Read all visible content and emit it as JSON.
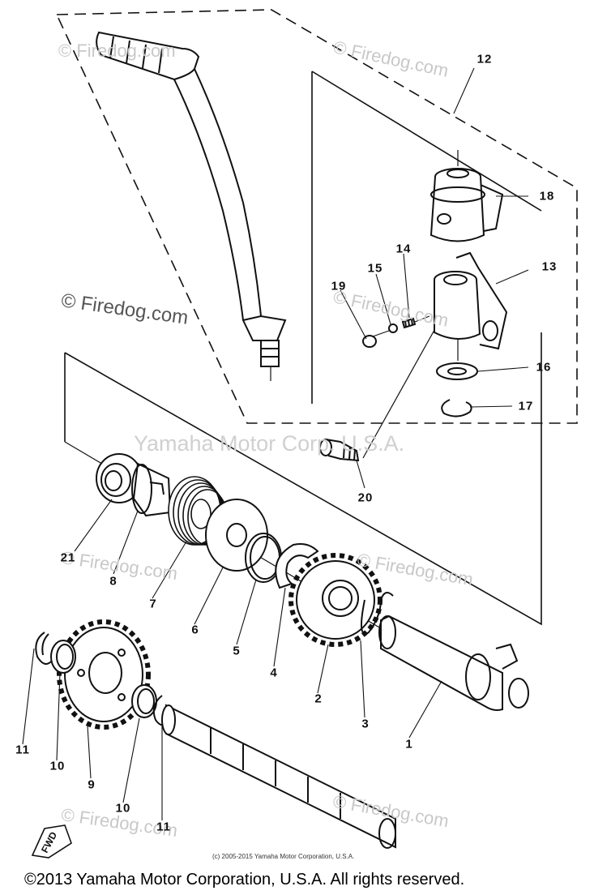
{
  "watermarks": {
    "firedog": "© Firedog.com",
    "firedog_dark": "© Firedog.com",
    "yamaha": "Yamaha Motor Corp. U.S.A."
  },
  "callouts": [
    "1",
    "2",
    "3",
    "4",
    "5",
    "6",
    "7",
    "8",
    "9",
    "10",
    "10",
    "11",
    "11",
    "12",
    "13",
    "14",
    "15",
    "16",
    "17",
    "18",
    "19",
    "20",
    "21"
  ],
  "fwd_label": "FWD",
  "small_copyright": "(c) 2005-2015 Yamaha Motor Corporation, U.S.A.",
  "footer_copyright": "©2013 Yamaha Motor Corporation, U.S.A. All rights reserved."
}
